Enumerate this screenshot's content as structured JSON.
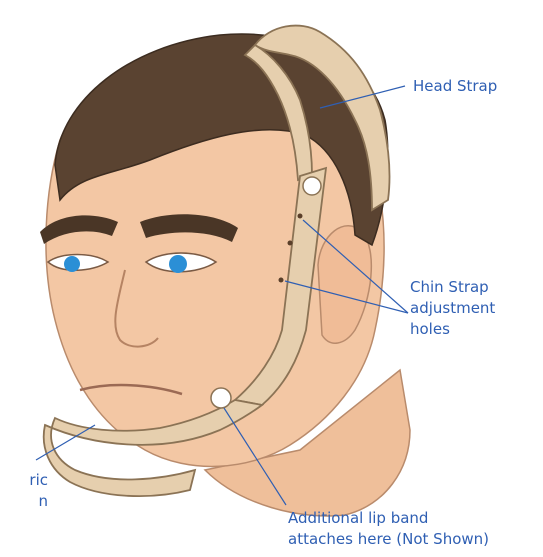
{
  "colors": {
    "label_text": "#2f5fb3",
    "leader_line": "#2f5fb3",
    "strap": "#e6cfae",
    "strap_edge": "#8b7355",
    "skin": "#f3c7a4",
    "hair": "#5a4331",
    "eye": "#2b8fd6"
  },
  "labels": {
    "head_strap": "Head Strap",
    "chin_strap": [
      "Chin Strap",
      "adjustment",
      "holes"
    ],
    "lip_band": [
      "Additional lip band",
      "attaches here (Not Shown)"
    ],
    "fabric_chin": [
      "ric",
      "n"
    ]
  }
}
